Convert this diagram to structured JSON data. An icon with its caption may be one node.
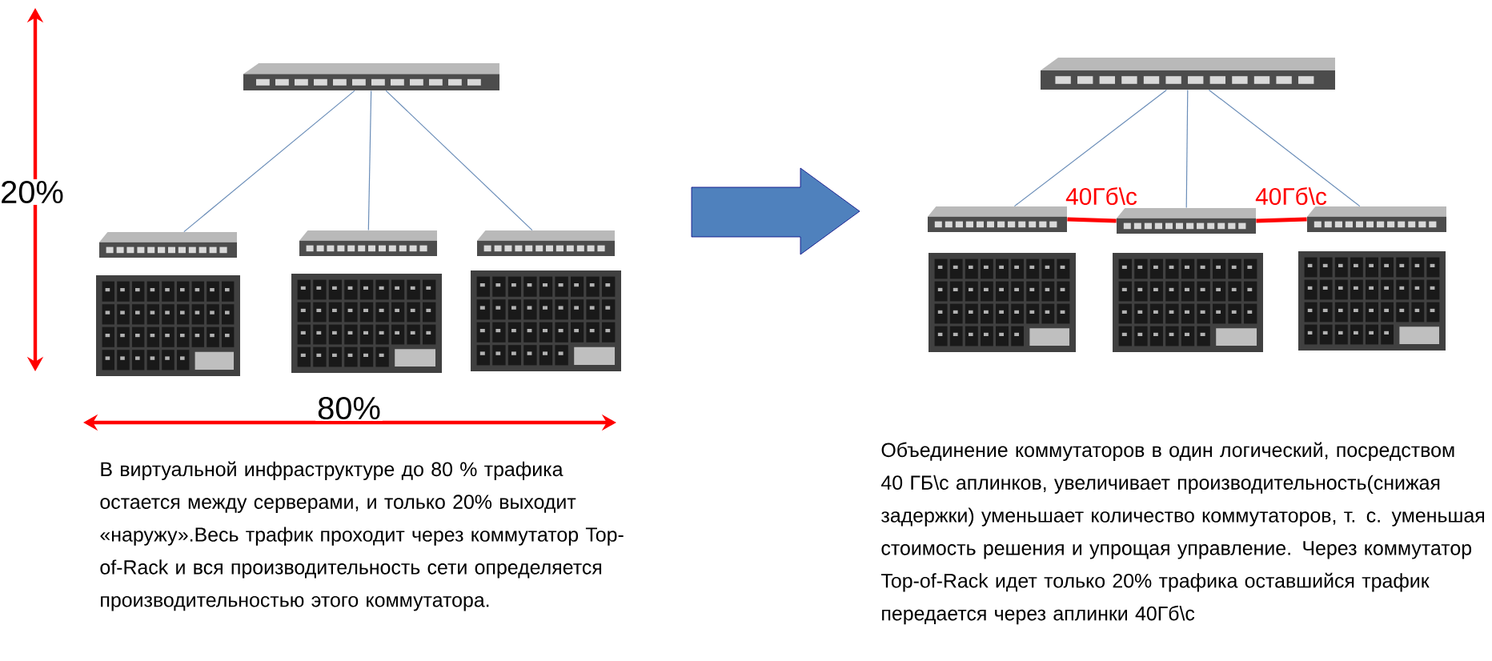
{
  "diagram": {
    "nodes": [
      {
        "text": [],
        "shape": "picture"
      },
      {
        "text": [],
        "shape": "picture"
      },
      {
        "text": [],
        "shape": "picture"
      },
      {
        "text": [],
        "shape": "picture"
      },
      {
        "text": [],
        "shape": "picture"
      },
      {
        "text": [],
        "shape": "picture"
      },
      {
        "text": [],
        "shape": "picture"
      },
      {
        "text": [],
        "shape": "picture"
      }
    ],
    "edges": [
      {
        "from": 0,
        "to": 1,
        "arrow": "none"
      },
      {
        "from": 0,
        "to": 2,
        "arrow": "none"
      },
      {
        "from": 0,
        "to": 3,
        "arrow": "none"
      },
      {
        "from": 4,
        "to": 5,
        "arrow": "none"
      },
      {
        "from": 4,
        "to": 6,
        "arrow": "none"
      },
      {
        "from": 4,
        "to": 7,
        "arrow": "none"
      },
      {
        "from": 5,
        "to": 6,
        "arrow": "none",
        "label": "40Гб\\с",
        "style": "thick",
        "color": "#ff0000"
      },
      {
        "from": 6,
        "to": 7,
        "arrow": "none",
        "label": "40Гб\\с",
        "style": "thick",
        "color": "#ff0000"
      }
    ],
    "labels": [
      "20%",
      "80%",
      "В виртуальной инфраструктуре до 80 % трафика остается между серверами, и только 20% выходит «наружу».Весь трафик проходит через коммутатор Top-of-Rack и вся производительность сети определяется производительностью этого коммутатора.",
      "Объединение коммутаторов в один логический, посредством 40 ГБ\\с аплинков, увеличивает производительность(снижая задержки) уменьшает количество коммутаторов, т. с. уменьшая стоимость решения и упрощая управление. Через коммутатор Top-of-Rack идет только 20% трафика оставшийся трафик передается через аплинки 40Гб\\с"
    ]
  }
}
